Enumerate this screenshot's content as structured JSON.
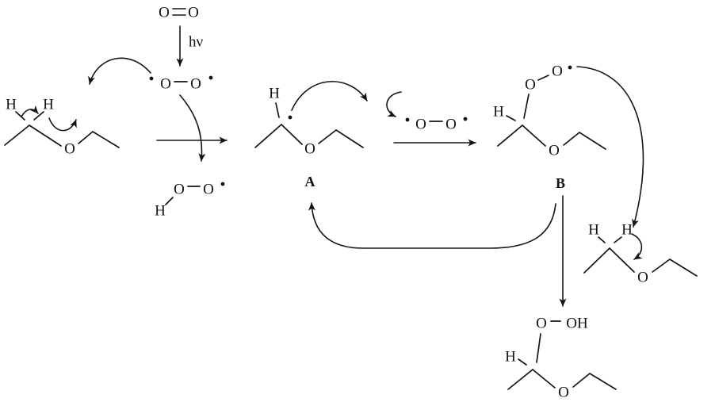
{
  "labels": {
    "O": "O",
    "H": "H",
    "OH": "OH",
    "hv": "hν",
    "A": "A",
    "B": "B"
  }
}
